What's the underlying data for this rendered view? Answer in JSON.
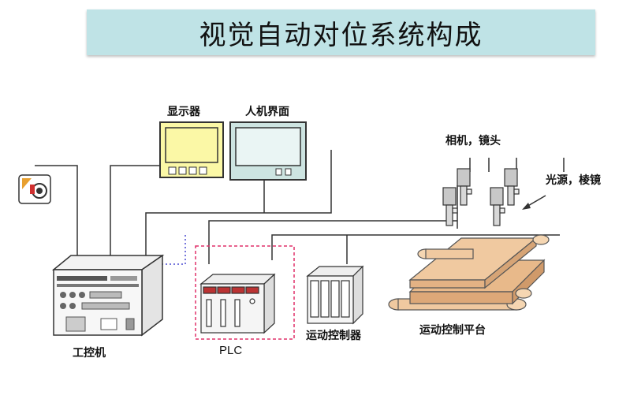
{
  "title": "视觉自动对位系统构成",
  "labels": {
    "monitor": "显示器",
    "hmi": "人机界面",
    "camera_lens": "相机，镜头",
    "light_prism": "光源，棱镜",
    "ipc": "工控机",
    "plc": "PLC",
    "motion_controller": "运动控制器",
    "motion_platform": "运动控制平台"
  },
  "colors": {
    "title_bg": "#bfe3e6",
    "monitor_body": "#fbf8a6",
    "hmi_body": "#cde4e1",
    "platform": "#f0c9a0",
    "plc_dash": "#e0306a",
    "ipc_dash": "#4a4ad0"
  }
}
